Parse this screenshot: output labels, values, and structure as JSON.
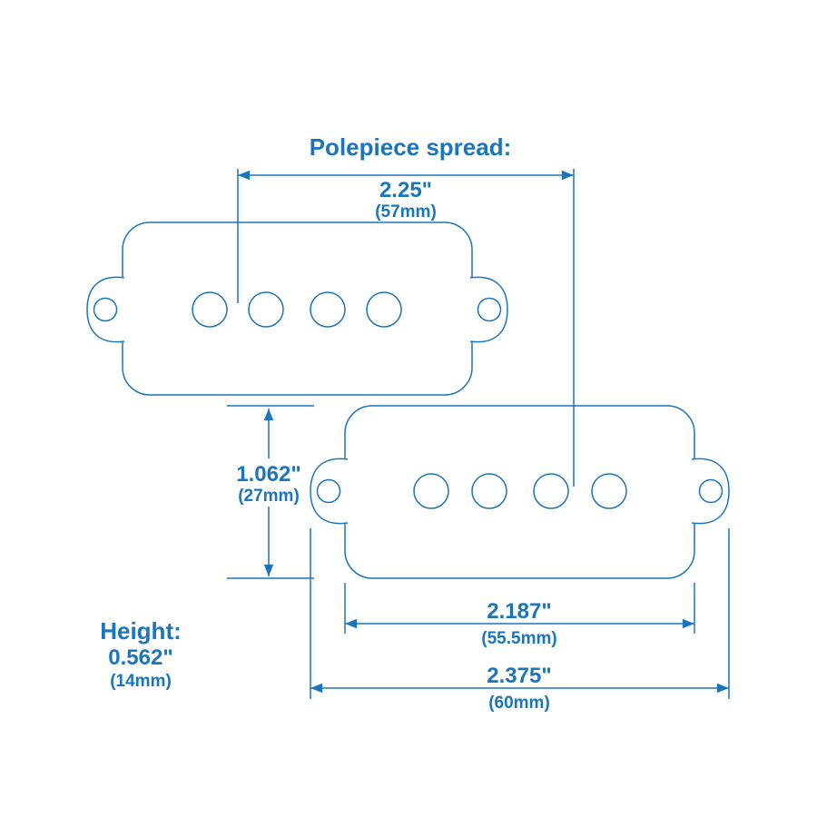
{
  "colors": {
    "accent": "#1b75bc",
    "background": "#ffffff"
  },
  "diagram": {
    "pickup_halves": 2,
    "polepieces_per_half": 4,
    "mounting_holes_per_half": 2
  },
  "labels": {
    "polepiece_spread_title": "Polepiece spread:",
    "polepiece_spread_in": "2.25\"",
    "polepiece_spread_mm": "(57mm)",
    "body_width_in": "1.062\"",
    "body_width_mm": "(27mm)",
    "body_length_in": "2.187\"",
    "body_length_mm": "(55.5mm)",
    "overall_length_in": "2.375\"",
    "overall_length_mm": "(60mm)",
    "height_label": "Height:",
    "height_in": "0.562\"",
    "height_mm": "(14mm)"
  }
}
